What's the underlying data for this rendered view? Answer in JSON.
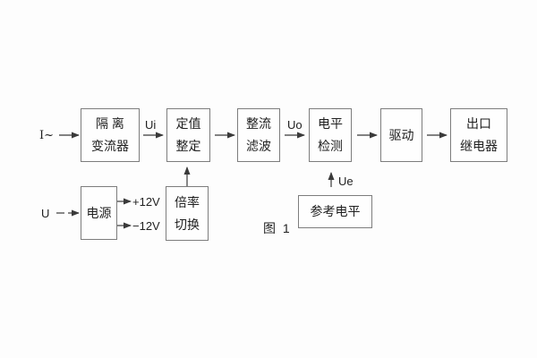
{
  "figure": {
    "caption": "图 1"
  },
  "colors": {
    "background": "#fdfdfd",
    "box_border": "#7d7d7d",
    "text": "#1f1f1f",
    "connector": "#3a3a3a"
  },
  "blocks": {
    "isolation": {
      "line1": "隔 离",
      "line2": "变流器"
    },
    "setting": {
      "line1": "定值",
      "line2": "整定"
    },
    "rectifier": {
      "line1": "整流",
      "line2": "滤波"
    },
    "level_detect": {
      "line1": "电平",
      "line2": "检测"
    },
    "drive": {
      "line1": "驱动"
    },
    "output_relay": {
      "line1": "出口",
      "line2": "继电器"
    },
    "power": {
      "line1": "电源"
    },
    "ratio_switch": {
      "line1": "倍率",
      "line2": "切换"
    },
    "reference_level": {
      "line1": "参考电平"
    }
  },
  "signals": {
    "input_current": "I~",
    "input_voltage": "U",
    "ui": "Ui",
    "uo": "Uo",
    "ue": "Ue",
    "plus12": "+12V",
    "minus12": "−12V"
  }
}
